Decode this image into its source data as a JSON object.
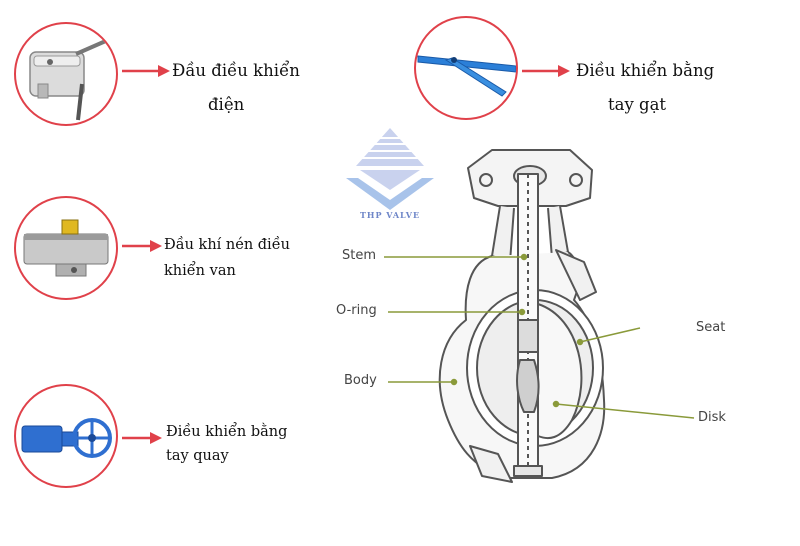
{
  "actuators": [
    {
      "id": "electric",
      "lines": [
        "Đầu điều khiển",
        "điện"
      ],
      "icon": "electric-actuator-icon"
    },
    {
      "id": "lever",
      "lines": [
        "Điều khiển bằng",
        "tay gạt"
      ],
      "icon": "lever-handle-icon"
    },
    {
      "id": "pneumatic",
      "lines": [
        "Đầu khí nén điều",
        "khiển van"
      ],
      "icon": "pneumatic-actuator-icon"
    },
    {
      "id": "gear",
      "lines": [
        "Điều khiển bằng",
        "tay quay"
      ],
      "icon": "gear-handwheel-icon"
    }
  ],
  "parts": {
    "stem": "Stem",
    "oring": "O-ring",
    "body": "Body",
    "seat": "Seat",
    "disk": "Disk"
  },
  "logo": {
    "text": "THP VALVE"
  },
  "colors": {
    "circle_border": "#e0414a",
    "arrow": "#e0414a",
    "valve_outline": "#555555",
    "leader": "#8a9a3a",
    "lever": "#2b7fd8"
  }
}
